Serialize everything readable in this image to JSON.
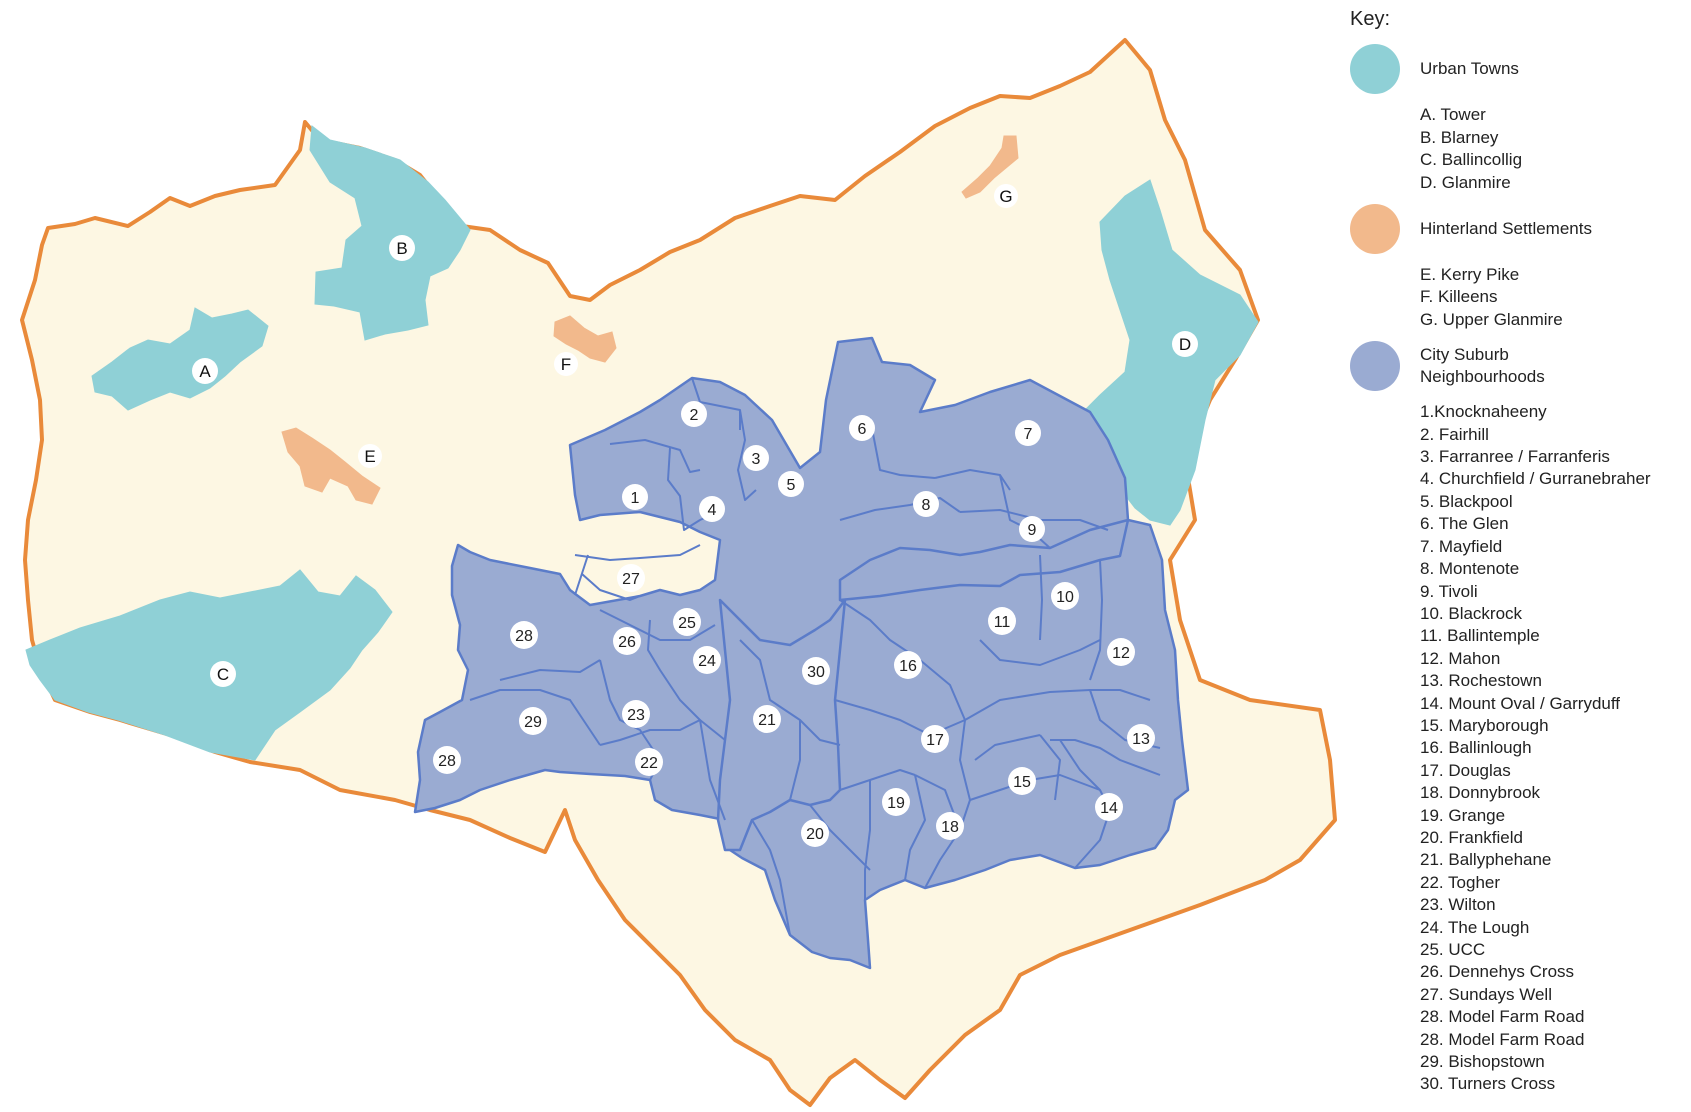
{
  "colors": {
    "boundary": "#e98a3a",
    "background": "#fdf7e3",
    "urban": "#8fd0d6",
    "hinterland": "#f2b98c",
    "suburb": "#9aabd2",
    "suburb_stroke": "#5b7cc9"
  },
  "key": {
    "title": "Key:",
    "categories": [
      {
        "label": "Urban Towns",
        "items": [
          "A. Tower",
          "B. Blarney",
          "C. Ballincollig",
          "D. Glanmire"
        ]
      },
      {
        "label": "Hinterland Settlements",
        "items": [
          "E. Kerry Pike",
          "F. Killeens",
          "G. Upper Glanmire"
        ]
      },
      {
        "label": "City Suburb Neighbourhoods",
        "items": [
          "1.Knocknaheeny",
          "2. Fairhill",
          "3. Farranree / Farranferis",
          "4. Churchfield / Gurranebraher",
          "5. Blackpool",
          "6. The Glen",
          "7. Mayfield",
          "8. Montenote",
          "9. Tivoli",
          "10. Blackrock",
          "11. Ballintemple",
          "12. Mahon",
          "13. Rochestown",
          "14. Mount Oval / Garryduff",
          "15. Maryborough",
          "16. Ballinlough",
          "17. Douglas",
          "18. Donnybrook",
          "19. Grange",
          "20. Frankfield",
          "21. Ballyphehane",
          "22. Togher",
          "23. Wilton",
          "24. The Lough",
          "25. UCC",
          "26. Dennehys Cross",
          "27. Sundays Well",
          "28. Model Farm Road",
          "28. Model Farm Road",
          "29. Bishopstown",
          "30. Turners Cross"
        ]
      }
    ]
  },
  "map": {
    "town_labels": [
      "A",
      "B",
      "C",
      "D"
    ],
    "hinterland_labels": [
      "E",
      "F",
      "G"
    ],
    "suburb_labels": [
      "1",
      "2",
      "3",
      "4",
      "5",
      "6",
      "7",
      "8",
      "9",
      "10",
      "11",
      "12",
      "13",
      "14",
      "15",
      "16",
      "17",
      "18",
      "19",
      "20",
      "21",
      "22",
      "23",
      "24",
      "25",
      "26",
      "27",
      "28",
      "28",
      "29",
      "30"
    ]
  }
}
